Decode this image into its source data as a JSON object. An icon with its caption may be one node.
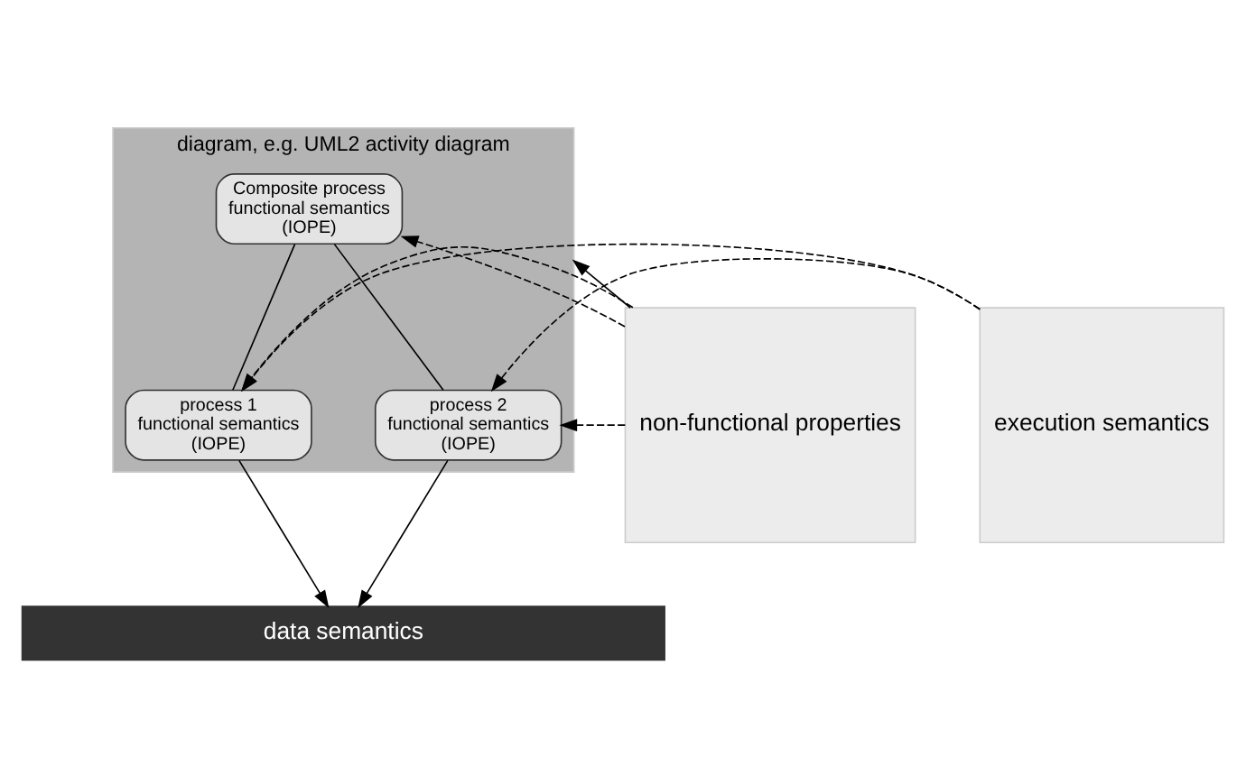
{
  "diagram": {
    "nodes": [
      {
        "text": [
          "non-functional properties"
        ]
      },
      {
        "text": [
          "diagram, e.g. UML2 activity diagram"
        ]
      },
      {
        "text": [
          "Composite process",
          "functional semantics",
          "(IOPE)"
        ],
        "in": 1
      },
      {
        "text": [
          "process 1",
          "functional semantics",
          "(IOPE)"
        ],
        "in": 1
      },
      {
        "text": [
          "process 2",
          "functional semantics",
          "(IOPE)"
        ],
        "in": 1
      },
      {
        "text": [
          "execution semantics"
        ]
      },
      {
        "text": [
          "data semantics"
        ]
      }
    ],
    "edges": [
      {
        "from": 0,
        "to": 2,
        "arrow": "to",
        "style": "dashed"
      },
      {
        "from": 0,
        "to": 1,
        "arrow": "to"
      },
      {
        "from": 0,
        "to": 4,
        "arrow": "to",
        "style": "dashed"
      },
      {
        "from": 0,
        "to": 3,
        "arrow": "to",
        "style": "dashed"
      },
      {
        "from": 5,
        "to": 4,
        "arrow": "to",
        "style": "dashed"
      },
      {
        "from": 5,
        "to": 3,
        "arrow": "to",
        "style": "dashed"
      },
      {
        "from": 2,
        "to": 3,
        "arrow": "none"
      },
      {
        "from": 2,
        "to": 4,
        "arrow": "none"
      },
      {
        "from": 3,
        "to": 6,
        "arrow": "to"
      },
      {
        "from": 4,
        "to": 6,
        "arrow": "to"
      }
    ]
  }
}
